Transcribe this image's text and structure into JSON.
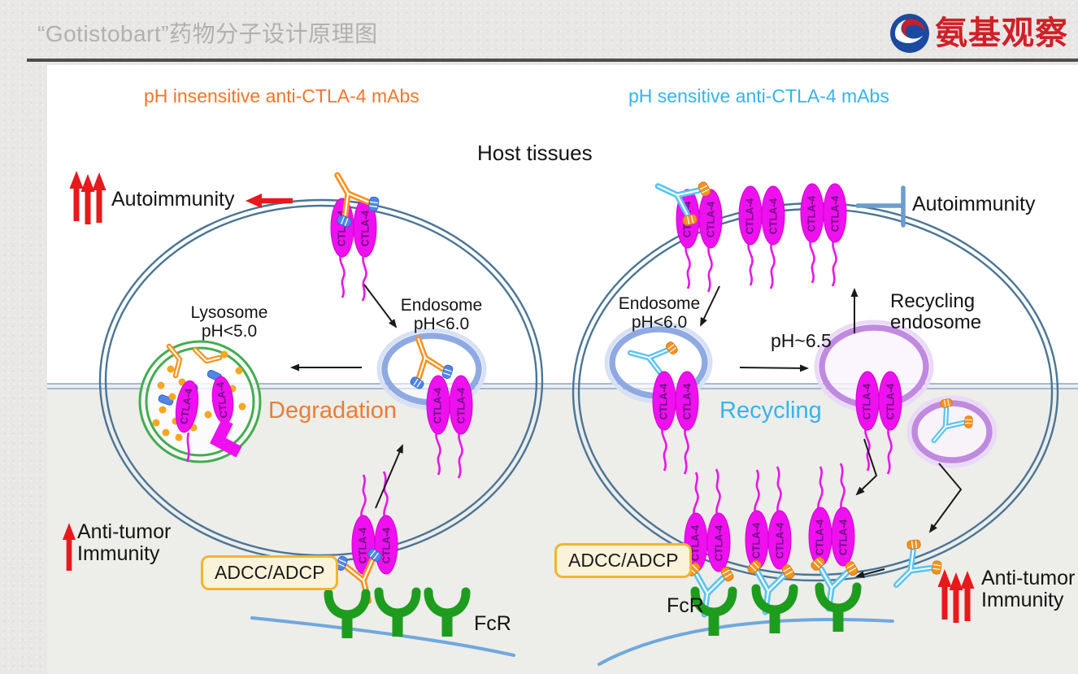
{
  "header": {
    "title": "“Gotistobart”药物分子设计原理图",
    "brand": "氨基观察"
  },
  "figure": {
    "left_title": "pH insensitive anti-CTLA-4 mAbs",
    "right_title": "pH sensitive anti-CTLA-4 mAbs",
    "host_tissues": "Host tissues",
    "left": {
      "autoimmunity": "Autoimmunity",
      "lysosome": "Lysosome\npH<5.0",
      "endosome": "Endosome\npH<6.0",
      "degradation": "Degradation",
      "anti_tumor": "Anti-tumor\nImmunity",
      "adcc": "ADCC/ADCP",
      "fcr": "FcR"
    },
    "right": {
      "autoimmunity": "Autoimmunity",
      "endosome": "Endosome\npH<6.0",
      "ph_65": "pH~6.5",
      "recycling": "Recycling",
      "recycling_endosome": "Recycling\nendosome",
      "adcc": "ADCC/ADCP",
      "fcr": "FcR",
      "anti_tumor": "Anti-tumor\nImmunity"
    },
    "molecule": {
      "ctla4": "CTLA-4"
    }
  },
  "colors": {
    "panel_left_orange": "#F0752B",
    "panel_right_cyan": "#35B4E9",
    "degradation_orange": "#E87E33",
    "ctla4_magenta": "#EF10EF",
    "arrow_red": "#E8191C",
    "fcr_green": "#1E9C1E",
    "lysosome_green": "#44AD4F",
    "membrane_blue": "#4A7596",
    "endosome_blue": "#8FA9E2",
    "recycling_purple": "#C08AE0",
    "inhibit_blue": "#6B9CCD",
    "adcc_border_yellow": "#F2B52F",
    "antibody_orange": "#F6921E",
    "antibody_blue": "#59C4F1",
    "logo_red": "#CF2027"
  }
}
